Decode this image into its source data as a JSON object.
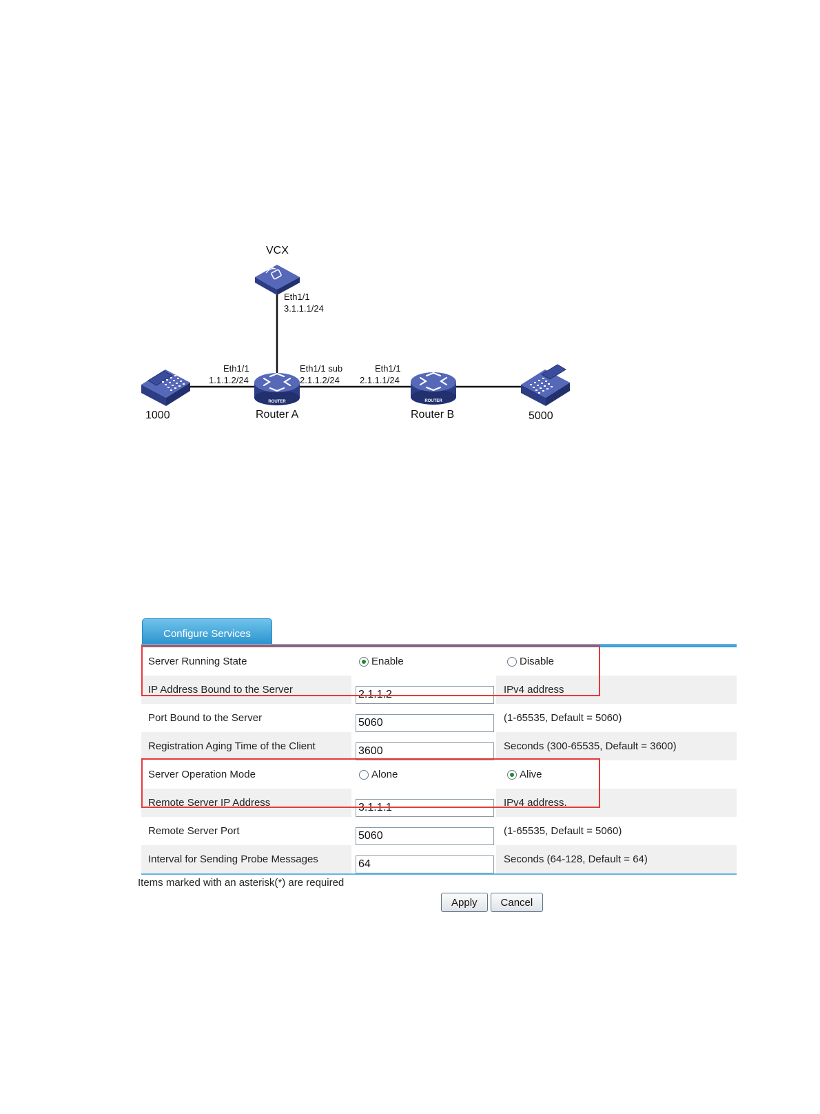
{
  "topology": {
    "vcx_label": "VCX",
    "vcx_port": "Eth1/1",
    "vcx_ip": "3.1.1.1/24",
    "routerA_left_port": "Eth1/1",
    "routerA_left_ip": "1.1.1.2/24",
    "routerA_right_port": "Eth1/1 sub",
    "routerA_right_ip": "2.1.1.2/24",
    "routerB_left_port": "Eth1/1",
    "routerB_left_ip": "2.1.1.1/24",
    "phone_left_label": "1000",
    "routerA_label": "Router A",
    "routerB_label": "Router B",
    "phone_right_label": "5000",
    "router_badge": "ROUTER",
    "device_color": "#3a4c9c"
  },
  "config": {
    "tab_label": "Configure Services",
    "rows": {
      "running_state": {
        "label": "Server Running State",
        "opt1": "Enable",
        "opt2": "Disable",
        "selected": "Enable"
      },
      "ip_bound": {
        "label": "IP Address Bound to the Server",
        "value": "2.1.1.2",
        "hint": "IPv4 address"
      },
      "port_bound": {
        "label": "Port Bound to the Server",
        "value": "5060",
        "hint": "(1-65535, Default = 5060)"
      },
      "aging_time": {
        "label": "Registration Aging Time of the Client",
        "value": "3600",
        "hint": "Seconds (300-65535, Default = 3600)"
      },
      "operation_mode": {
        "label": "Server Operation Mode",
        "opt1": "Alone",
        "opt2": "Alive",
        "selected": "Alive"
      },
      "remote_ip": {
        "label": "Remote Server IP Address",
        "value": "3.1.1.1",
        "hint": "IPv4 address."
      },
      "remote_port": {
        "label": "Remote Server Port",
        "value": "5060",
        "hint": "(1-65535, Default = 5060)"
      },
      "probe_interval": {
        "label": "Interval for Sending Probe Messages",
        "value": "64",
        "hint": "Seconds (64-128, Default = 64)"
      }
    },
    "required_note": "Items marked with an asterisk(*) are required",
    "apply_label": "Apply",
    "cancel_label": "Cancel",
    "accent_color": "#2b93cf",
    "highlight_color": "#e53a3a"
  }
}
